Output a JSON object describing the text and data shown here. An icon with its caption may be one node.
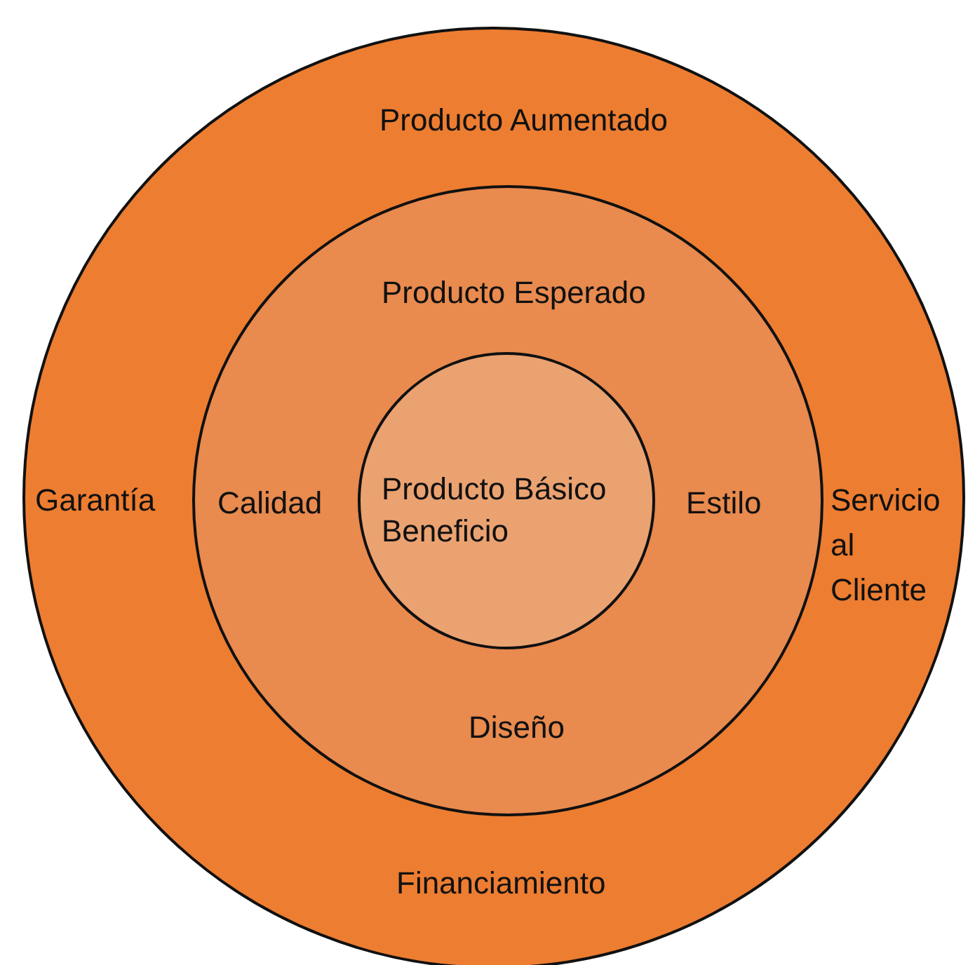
{
  "diagram": {
    "nodes": [
      {
        "text": [
          "Producto Aumentado",
          "Garantía",
          "Servicio al Cliente",
          "Financiamiento"
        ]
      },
      {
        "text": [
          "Producto Esperado",
          "Calidad",
          "Estilo",
          "Diseño"
        ],
        "in": 0
      },
      {
        "text": [
          "Producto Básico",
          "Beneficio"
        ],
        "in": 1
      }
    ]
  }
}
